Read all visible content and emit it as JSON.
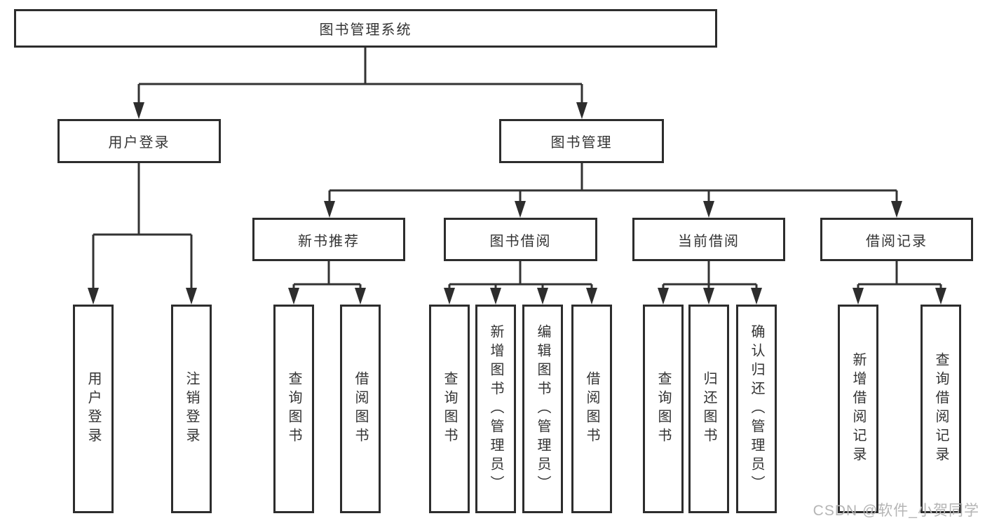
{
  "root": {
    "label": "图书管理系统"
  },
  "branch_login": {
    "label": "用户登录",
    "children": [
      "用户登录",
      "注销登录"
    ]
  },
  "branch_mgmt": {
    "label": "图书管理"
  },
  "sections": [
    {
      "label": "新书推荐",
      "children": [
        "查询图书",
        "借阅图书"
      ]
    },
    {
      "label": "图书借阅",
      "children": [
        "查询图书",
        "新增图书（管理员）",
        "编辑图书（管理员）",
        "借阅图书"
      ]
    },
    {
      "label": "当前借阅",
      "children": [
        "查询图书",
        "归还图书",
        "确认归还（管理员）"
      ]
    },
    {
      "label": "借阅记录",
      "children": [
        "新增借阅记录",
        "查询借阅记录"
      ]
    }
  ],
  "watermark": "CSDN @软件_小贺同学",
  "colors": {
    "line": "#333333",
    "border": "#2d2d2d",
    "text": "#333333",
    "watermark": "#b5b5b5",
    "background": "#ffffff"
  }
}
